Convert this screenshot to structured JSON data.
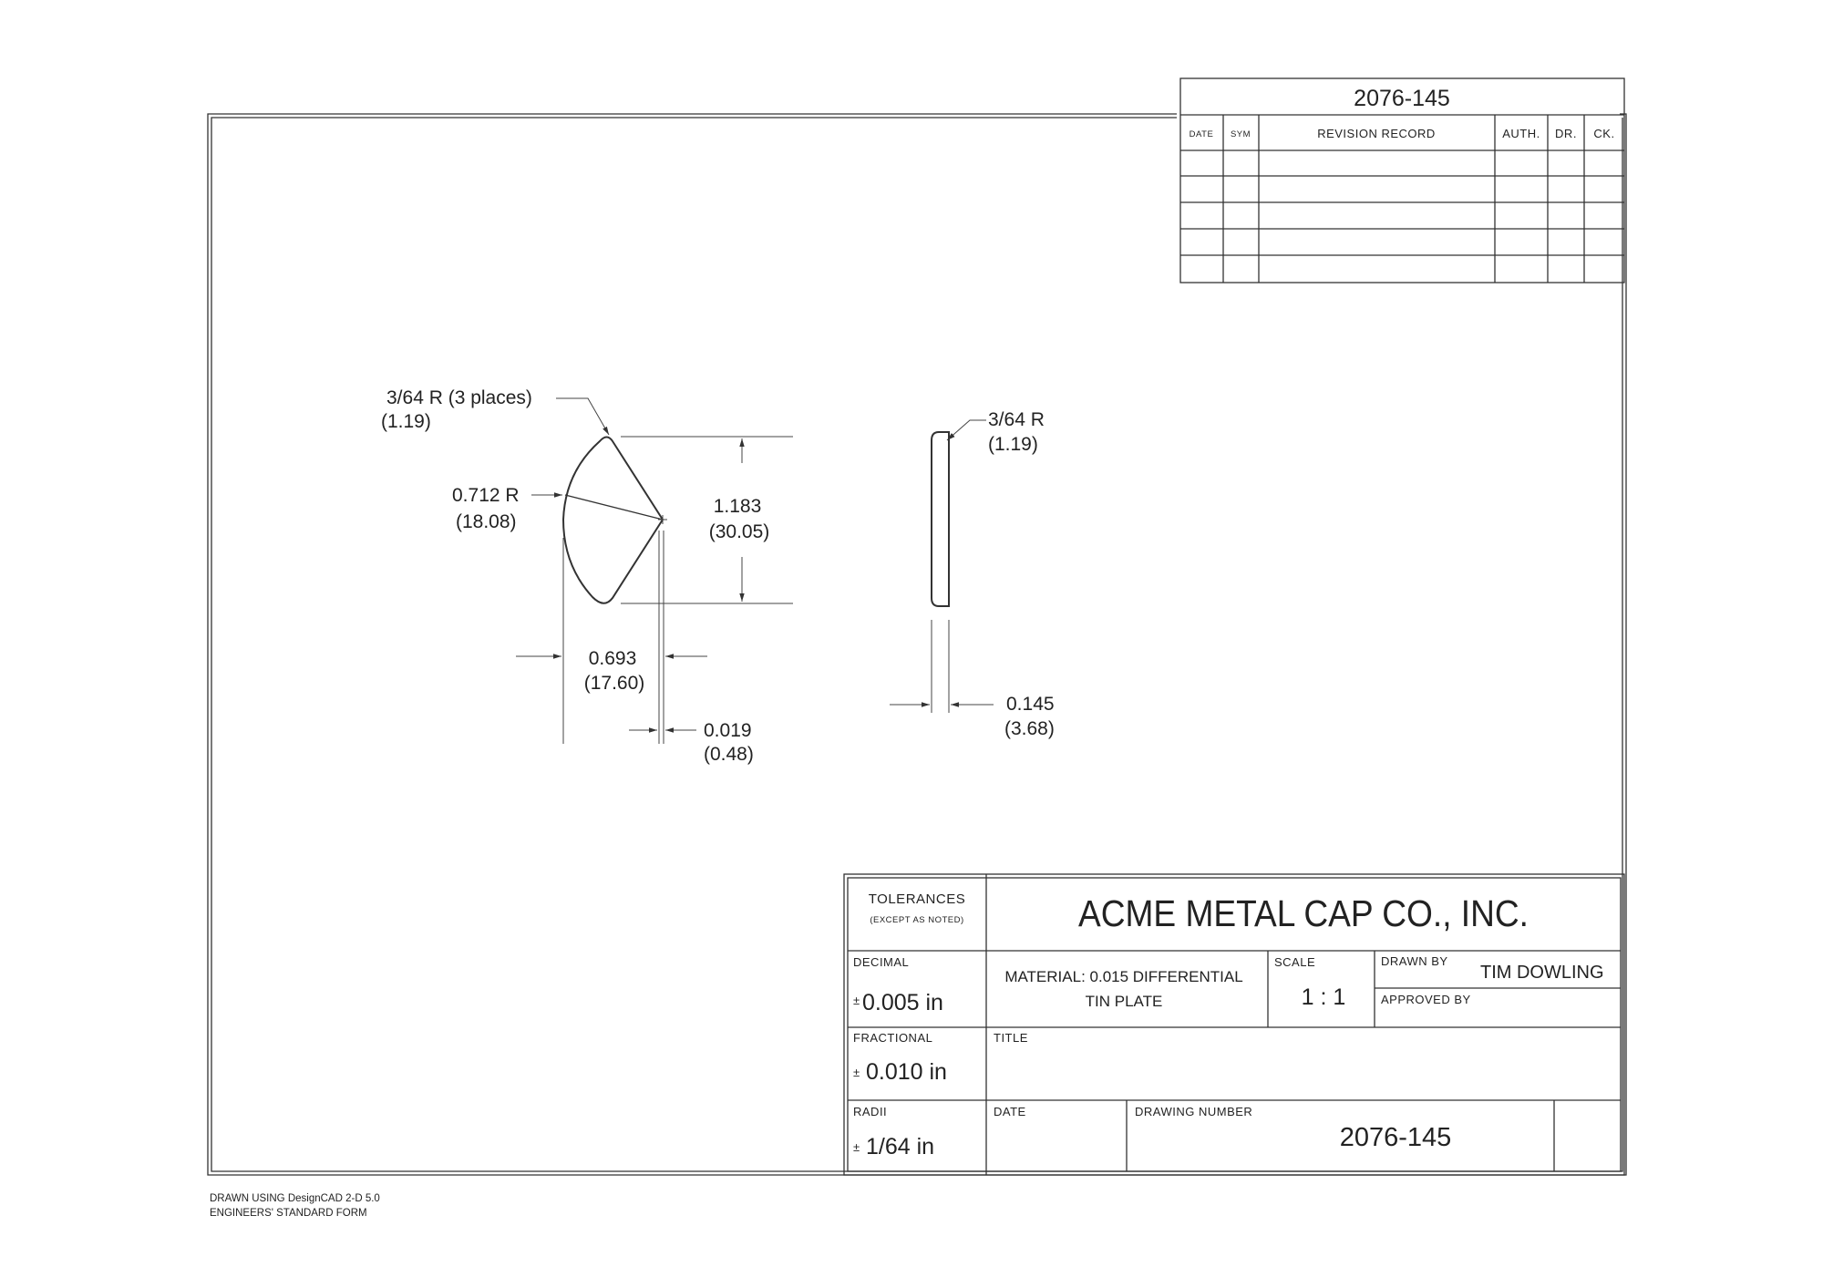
{
  "revision_block": {
    "number": "2076-145",
    "headers": [
      "DATE",
      "SYM",
      "REVISION RECORD",
      "AUTH.",
      "DR.",
      "CK."
    ]
  },
  "views": {
    "front": {
      "corner_radius": "3/64 R (3 places)",
      "corner_radius_mm": "(1.19)",
      "arc_radius": "0.712 R",
      "arc_radius_mm": "(18.08)",
      "height": "1.183",
      "height_mm": "(30.05)",
      "width": "0.693",
      "width_mm": "(17.60)",
      "offset": "0.019",
      "offset_mm": "(0.48)"
    },
    "side": {
      "corner_radius": "3/64 R",
      "corner_radius_mm": "(1.19)",
      "thickness": "0.145",
      "thickness_mm": "(3.68)"
    }
  },
  "title_block": {
    "tolerances_label": "TOLERANCES",
    "tolerances_note": "(EXCEPT AS NOTED)",
    "company": "ACME METAL CAP CO., INC.",
    "decimal_label": "DECIMAL",
    "decimal_value": "0.005 in",
    "fractional_label": "FRACTIONAL",
    "fractional_value": "0.010 in",
    "radii_label": "RADII",
    "radii_value": "1/64 in",
    "plus_minus": "±",
    "material_line1": "MATERIAL: 0.015 DIFFERENTIAL",
    "material_line2": "TIN PLATE",
    "scale_label": "SCALE",
    "scale_value": "1 : 1",
    "drawn_by_label": "DRAWN BY",
    "drawn_by_value": "TIM DOWLING",
    "approved_by_label": "APPROVED BY",
    "title_label": "TITLE",
    "date_label": "DATE",
    "drawing_number_label": "DRAWING NUMBER",
    "drawing_number": "2076-145"
  },
  "footer": {
    "line1": "DRAWN USING DesignCAD 2-D 5.0",
    "line2": "ENGINEERS' STANDARD FORM"
  }
}
